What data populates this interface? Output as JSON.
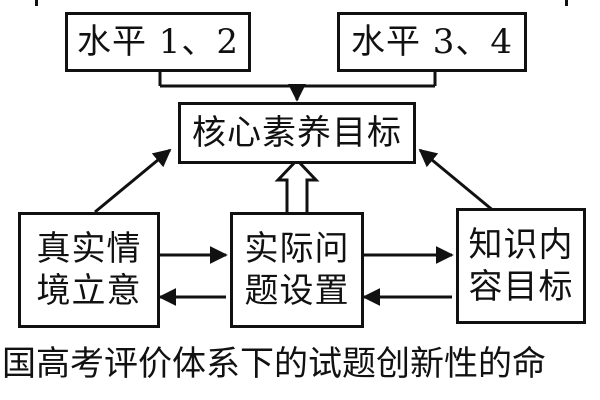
{
  "diagram": {
    "level_1_2": "水平 1、2",
    "level_3_4": "水平 3、4",
    "core_goal": "核心素养目标",
    "real_context": {
      "line1": "真实情",
      "line2": "境立意"
    },
    "practical_problem": {
      "line1": "实际问",
      "line2": "题设置"
    },
    "knowledge_goal": {
      "line1": "知识内",
      "line2": "容目标"
    }
  },
  "caption": "国高考评价体系下的试题创新性的命"
}
